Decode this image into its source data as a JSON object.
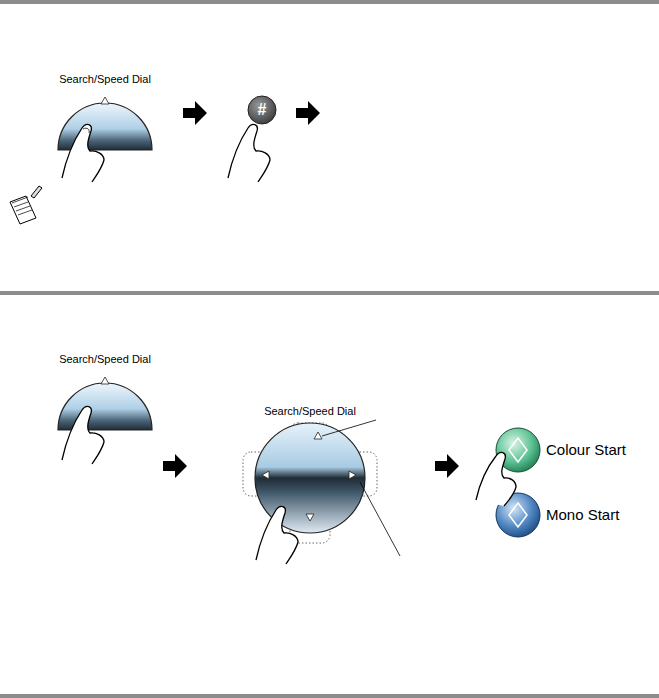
{
  "diagram": {
    "labels": [
      "Search/Speed Dial",
      "#",
      "Search/Speed Dial",
      "Search/Speed Dial",
      "Colour Start",
      "Mono Start"
    ]
  }
}
